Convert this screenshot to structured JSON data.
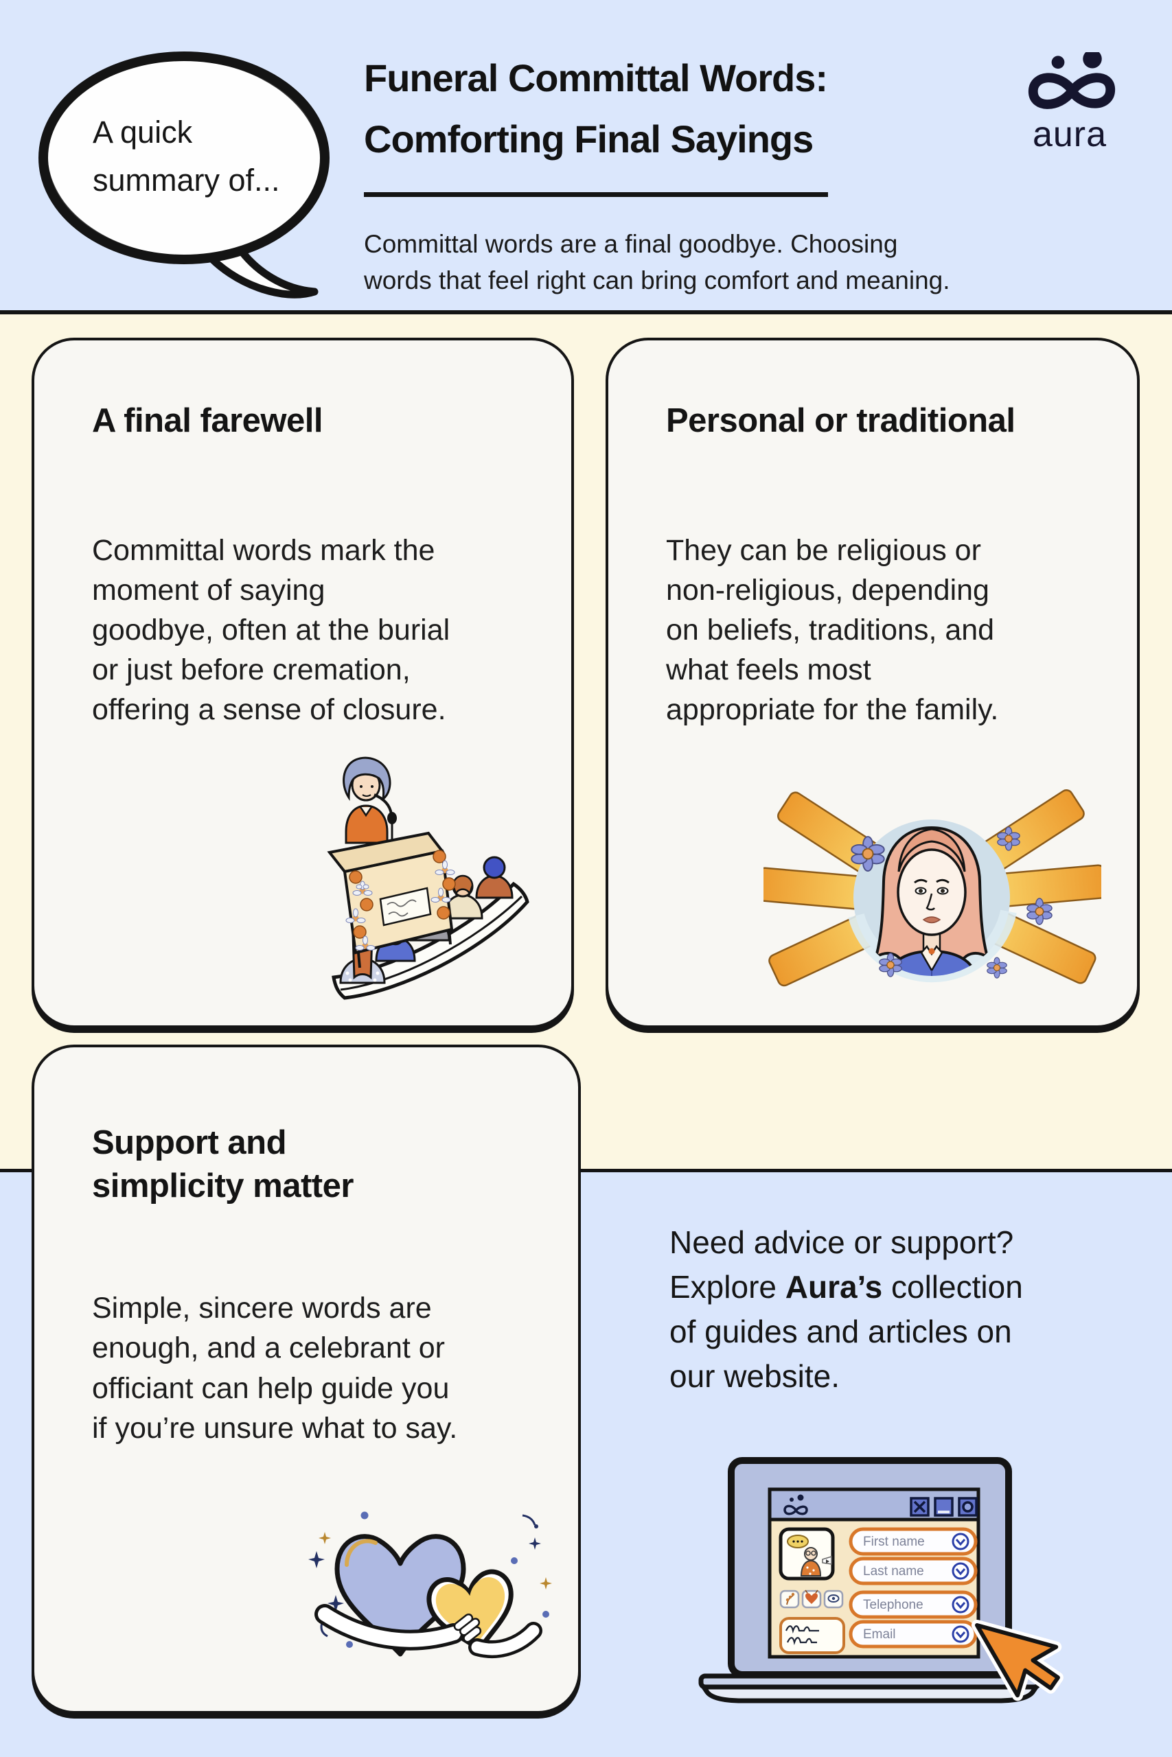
{
  "header": {
    "bubble_text": "A quick\nsummary of...",
    "title_line1": "Funeral Committal Words:",
    "title_line2": "Comforting Final Sayings",
    "subtitle": "Committal words are a final goodbye. Choosing\nwords that feel right can bring comfort and meaning.",
    "logo_text": "aura"
  },
  "cards": [
    {
      "heading": "A final farewell",
      "body": "Committal words mark the\nmoment of saying\ngoodbye, often at the burial\nor just before cremation,\noffering a sense of closure.",
      "illustration": "speaker-at-podium-with-audience"
    },
    {
      "heading": "Personal or traditional",
      "body": "They can be religious or\nnon-religious, depending\non beliefs, traditions, and\nwhat feels most\nappropriate for the family.",
      "illustration": "woman-portrait-with-ribbons-and-flowers"
    },
    {
      "heading": "Support and\nsimplicity matter",
      "body": "Simple, sincere words are\nenough, and a celebrant or\nofficiant can help guide you\nif you’re unsure what to say.",
      "illustration": "two-hearts-embracing"
    }
  ],
  "footer": {
    "cta_line1": "Need advice or support?",
    "cta_line2_pre": "Explore ",
    "cta_line2_bold": "Aura’s",
    "cta_line2_post": " collection",
    "cta_line3": "of guides and articles on",
    "cta_line4": "our website.",
    "laptop_form": {
      "fields": [
        "First name",
        "Last name",
        "Telephone",
        "Email"
      ],
      "window_controls": [
        "close",
        "minimize",
        "maximize"
      ]
    }
  },
  "icons": {
    "logo": "infinity-with-two-dots",
    "window_close": "✕",
    "window_minimize": "▁",
    "window_maximize": "○",
    "field_chevron": "⌄",
    "cursor": "orange-arrow-pointer"
  },
  "colors": {
    "background_blue": "#DBE7FC",
    "background_cream": "#FCF7E2",
    "card_background": "#F8F7F3",
    "ink": "#141414",
    "accent_orange": "#E8892F",
    "laptop_screen": "#B5C0E0",
    "ribbon_yellow": "#F6C95C",
    "flower_purple": "#8A94DA",
    "heart_lavender": "#AEB9E2",
    "heart_yellow": "#F6D06C"
  }
}
